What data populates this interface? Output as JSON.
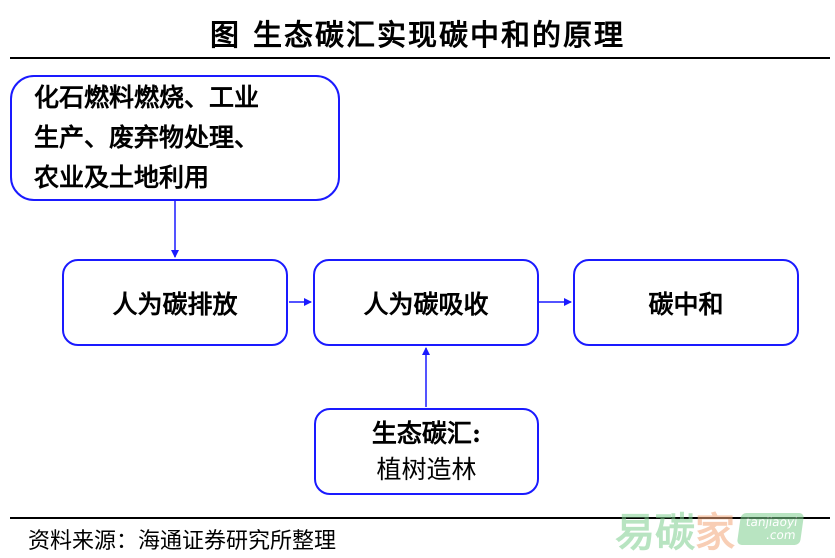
{
  "title": "图  生态碳汇实现碳中和的原理",
  "boxes": {
    "sources": [
      "化石燃料燃烧、工业",
      "生产、废弃物处理、",
      "农业及土地利用"
    ],
    "emission": "人为碳排放",
    "absorption": "人为碳吸收",
    "neutral": "碳中和",
    "sink": [
      "生态碳汇:",
      "植树造林"
    ]
  },
  "source_note": "资料来源：海通证券研究所整理",
  "watermark": {
    "cn1": "易碳",
    "cn2": "家",
    "en1": "tanjiaoyi",
    "en2": ".com"
  },
  "colors": {
    "accent": "#1a1aff"
  }
}
